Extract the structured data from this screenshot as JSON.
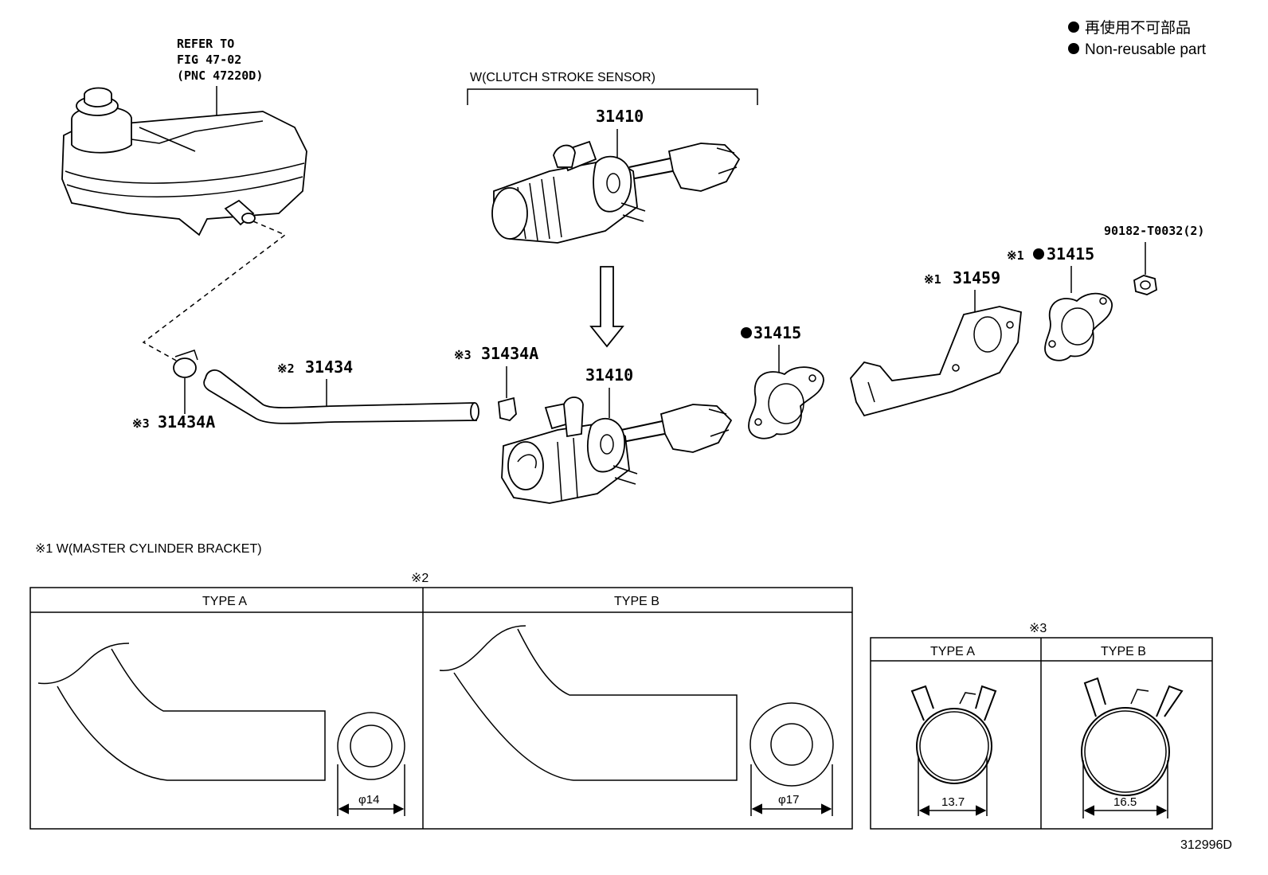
{
  "legend": {
    "japanese": "再使用不可部品",
    "english": "Non-reusable part"
  },
  "reservoir": {
    "refer_line1": "REFER TO",
    "refer_line2": "FIG 47-02",
    "refer_line3": "(PNC 47220D)"
  },
  "clutch_stroke_sensor_label": "W(CLUTCH STROKE SENSOR)",
  "parts": {
    "p31410_top": "31410",
    "p31410_bottom": "31410",
    "p31434": "31434",
    "p31434_note": "※2",
    "p31434a_left": "31434A",
    "p31434a_left_note": "※3",
    "p31434a_right": "31434A",
    "p31434a_right_note": "※3",
    "p31415_mid": "31415",
    "p31459": "31459",
    "p31459_note": "※1",
    "p31415_right": "31415",
    "p31415_right_note": "※1",
    "p90182": "90182-T0032(2)"
  },
  "note1": "※1  W(MASTER CYLINDER BRACKET)",
  "box2": {
    "mark": "※2",
    "type_a": "TYPE A",
    "type_b": "TYPE B",
    "dim_a": "φ14",
    "dim_b": "φ17"
  },
  "box3": {
    "mark": "※3",
    "type_a": "TYPE A",
    "type_b": "TYPE B",
    "dim_a": "13.7",
    "dim_b": "16.5"
  },
  "figure_code": "312996D"
}
